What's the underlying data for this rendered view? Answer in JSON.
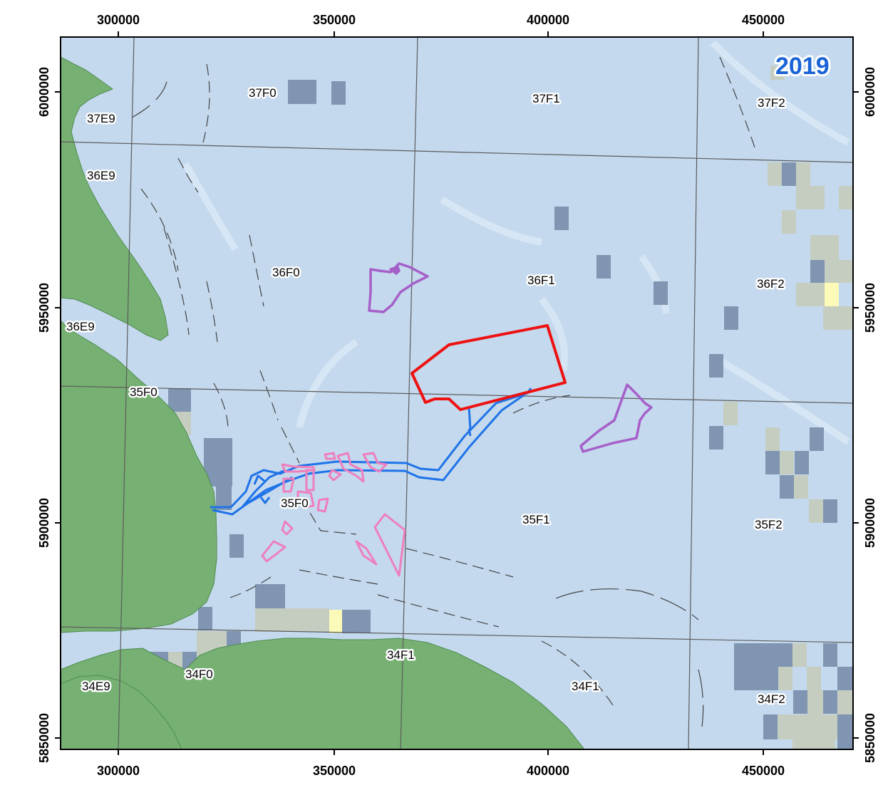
{
  "map": {
    "year": "2019",
    "x_ticks": [
      "300000",
      "350000",
      "400000",
      "450000"
    ],
    "y_ticks": [
      "6000000",
      "5950000",
      "5900000",
      "5850000"
    ],
    "grid_labels": [
      {
        "id": "37F0",
        "text": "37F0"
      },
      {
        "id": "37F1",
        "text": "37F1"
      },
      {
        "id": "37F2",
        "text": "37F2"
      },
      {
        "id": "37E9",
        "text": "37E9"
      },
      {
        "id": "36E9a",
        "text": "36E9"
      },
      {
        "id": "36F0",
        "text": "36F0"
      },
      {
        "id": "36F1",
        "text": "36F1"
      },
      {
        "id": "36F2",
        "text": "36F2"
      },
      {
        "id": "36E9b",
        "text": "36E9"
      },
      {
        "id": "35F0a",
        "text": "35F0"
      },
      {
        "id": "35F0b",
        "text": "35F0"
      },
      {
        "id": "35F1",
        "text": "35F1"
      },
      {
        "id": "35F2",
        "text": "35F2"
      },
      {
        "id": "34F1a",
        "text": "34F1"
      },
      {
        "id": "34F0",
        "text": "34F0"
      },
      {
        "id": "34E9",
        "text": "34E9"
      },
      {
        "id": "34F1b",
        "text": "34F1"
      },
      {
        "id": "34F2",
        "text": "34F2"
      }
    ],
    "colors": {
      "sea": "#c4d9ee",
      "land": "#77b073",
      "grid_cell_dark": "#7f95b1",
      "grid_cell_light": "#c5cdc0",
      "grid_cell_yellow": "#fbfab8",
      "red_outline": "#ee1111",
      "purple_outline": "#a660c9",
      "blue_outline": "#1f73e8",
      "pink_outline": "#ee7fbd"
    }
  }
}
